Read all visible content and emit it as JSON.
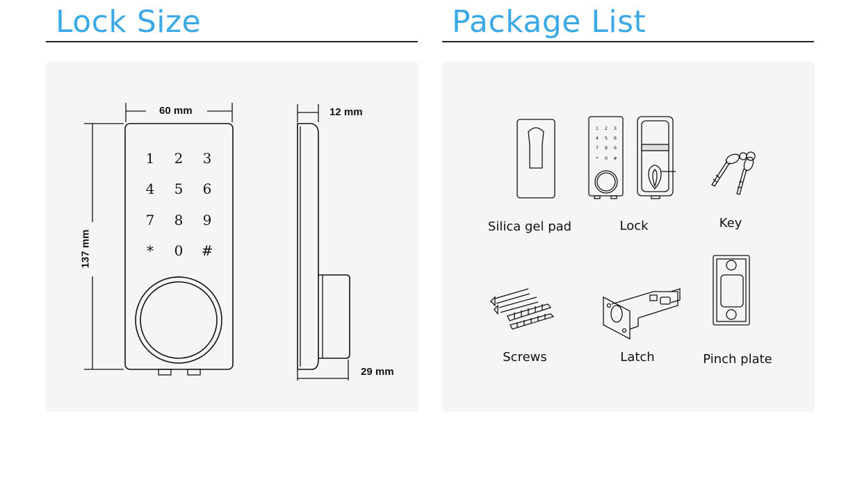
{
  "lock_size": {
    "title": "Lock Size",
    "width_label": "60 mm",
    "height_label": "137 mm",
    "depth_top_label": "12 mm",
    "depth_bottom_label": "29 mm",
    "keypad": [
      "1",
      "2",
      "3",
      "4",
      "5",
      "6",
      "7",
      "8",
      "9",
      "*",
      "0",
      "#"
    ]
  },
  "package_list": {
    "title": "Package List",
    "items": [
      {
        "label": "Silica gel pad",
        "icon": "silica-gel-pad-icon"
      },
      {
        "label": "Lock",
        "icon": "lock-icon"
      },
      {
        "label": "Key",
        "icon": "key-icon"
      },
      {
        "label": "Screws",
        "icon": "screws-icon"
      },
      {
        "label": "Latch",
        "icon": "latch-icon"
      },
      {
        "label": "Pinch plate",
        "icon": "pinch-plate-icon"
      }
    ]
  },
  "colors": {
    "title_blue": "#3aa9e6",
    "panel_bg": "#f4f5f4",
    "line": "#222222"
  }
}
